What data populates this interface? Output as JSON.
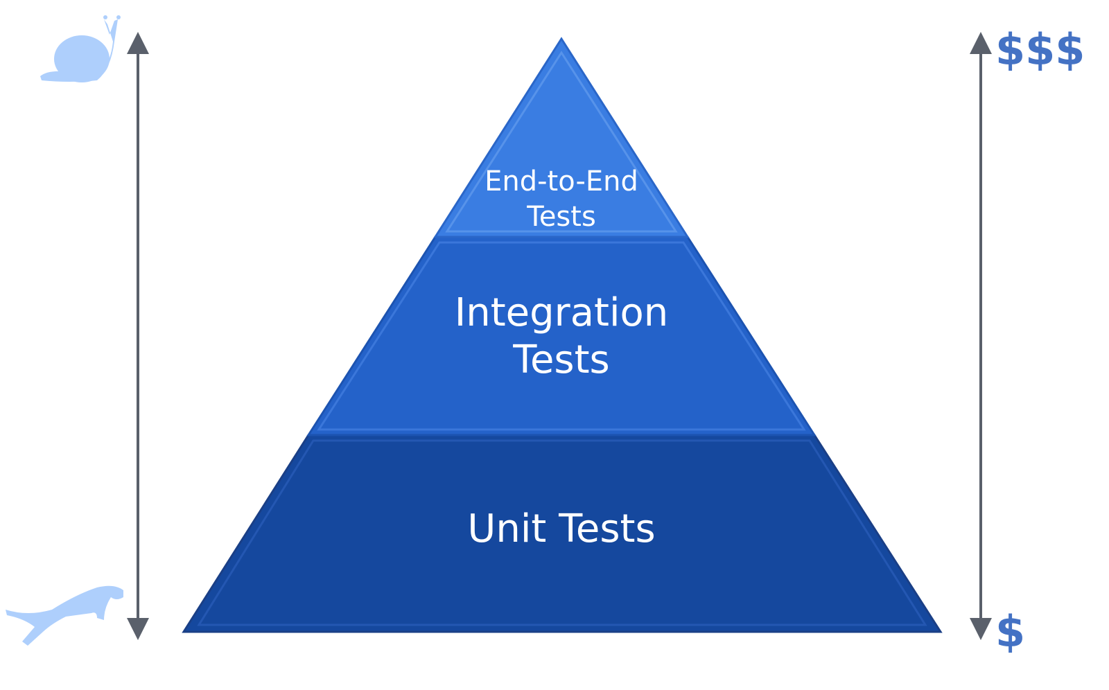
{
  "pyramid": {
    "layers": [
      {
        "line1": "End-to-End",
        "line2": "Tests",
        "color": "#3a7de2"
      },
      {
        "line1": "Integration",
        "line2": "Tests",
        "color": "#2462c9"
      },
      {
        "line1": "Unit Tests",
        "color": "#15489e"
      }
    ]
  },
  "speed_axis": {
    "top_icon": "snail-icon",
    "bottom_icon": "cheetah-icon",
    "icon_color": "#aecffc",
    "arrow_color": "#5a606b"
  },
  "cost_axis": {
    "top_label": "$$$",
    "bottom_label": "$",
    "label_color": "#4472c4"
  }
}
